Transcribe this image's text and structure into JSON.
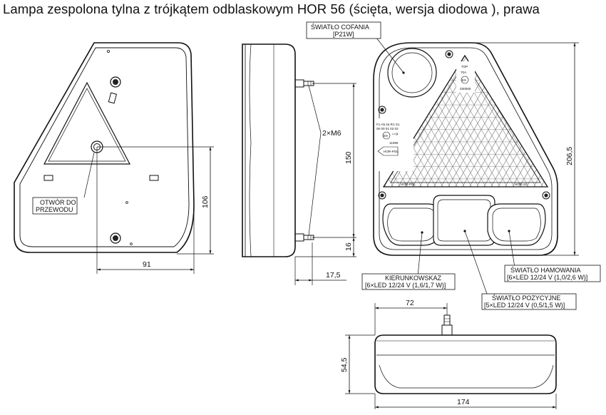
{
  "title": "Lampa zespolona tylna z trójkątem odblaskowym HOR 56 (ścięta, wersja diodowa ), prawa",
  "callouts": {
    "cable_hole_line1": "OTWÓR DO",
    "cable_hole_line2": "PRZEWODU",
    "reverse_line1": "ŚWIATŁO COFANIA",
    "reverse_line2": "[P21W]",
    "indicator_line1": "KIERUNKOWSKAZ",
    "indicator_line2": "[6×LED 12/24 V (1,6/1,7 W)]",
    "position_line1": "ŚWIATŁO POZYCYJNE",
    "position_line2": "[5×LED 12/24 V (0,5/1,5 W)]",
    "brake_line1": "ŚWIATŁO HAMOWANIA",
    "brake_line2": "[6×LED 12/24 V (1,0/2,6 W)]"
  },
  "dimensions": {
    "width_back": "91",
    "height_hole": "106",
    "stud_spacing": "150",
    "thread": "2×M6",
    "stud_offset": "16",
    "depth_side": "17,5",
    "height_total": "206,5",
    "bottom_width": "174",
    "bottom_depth": "54,5",
    "stud_pos_bottom": "72"
  },
  "lens_marks": {
    "top": "TOP",
    "code_top": "70A",
    "approval_top": "E9",
    "code_top2": "030060",
    "codes_row1": "F1  A5  2a  R1  S1",
    "codes_row2": "00  00  01  02  02",
    "approval_mid": "E9",
    "code_mid": "11090",
    "brand_badge": "HOR-POL",
    "brand_bottom": "HOR-POL",
    "model_bottom": "HOR-14"
  }
}
